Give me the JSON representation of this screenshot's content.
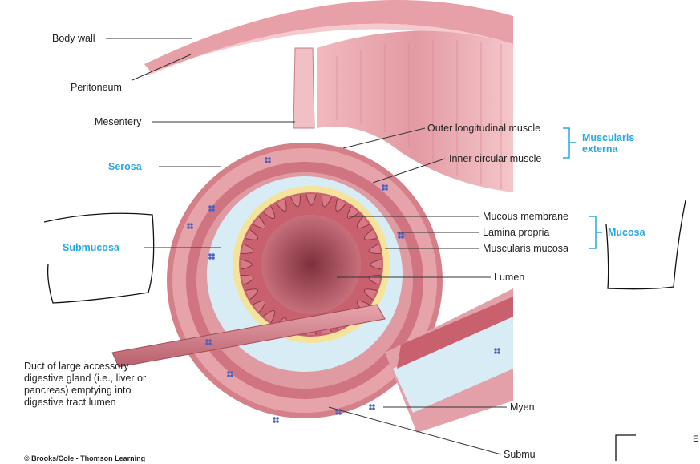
{
  "labels": {
    "body_wall": "Body wall",
    "peritoneum": "Peritoneum",
    "mesentery": "Mesentery",
    "serosa": "Serosa",
    "submucosa": "Submucosa",
    "outer_longitudinal": "Outer longitudinal muscle",
    "inner_circular": "Inner circular muscle",
    "muscularis_externa_1": "Muscularis",
    "muscularis_externa_2": "externa",
    "mucous_membrane": "Mucous membrane",
    "lamina_propria": "Lamina propria",
    "muscularis_mucosa": "Muscularis mucosa",
    "mucosa": "Mucosa",
    "lumen": "Lumen",
    "myenteric": "Myen",
    "submucosal_plexus": "Submu",
    "duct": "Duct of large accessory digestive gland (i.e., liver or pancreas) emptying into digestive tract lumen",
    "credit": "© Brooks/Cole - Thomson Learning",
    "corner_letter": "E"
  },
  "colors": {
    "label_blue": "#29a9df",
    "muscle": "#d9828a",
    "muscle_dark": "#b85a66",
    "submucosa": "#d8ecf5",
    "mucosa_yellow": "#f5e39a",
    "mucosa_pink": "#c8606e",
    "lumen": "#a64a58",
    "nerve": "#4b5fbf"
  }
}
